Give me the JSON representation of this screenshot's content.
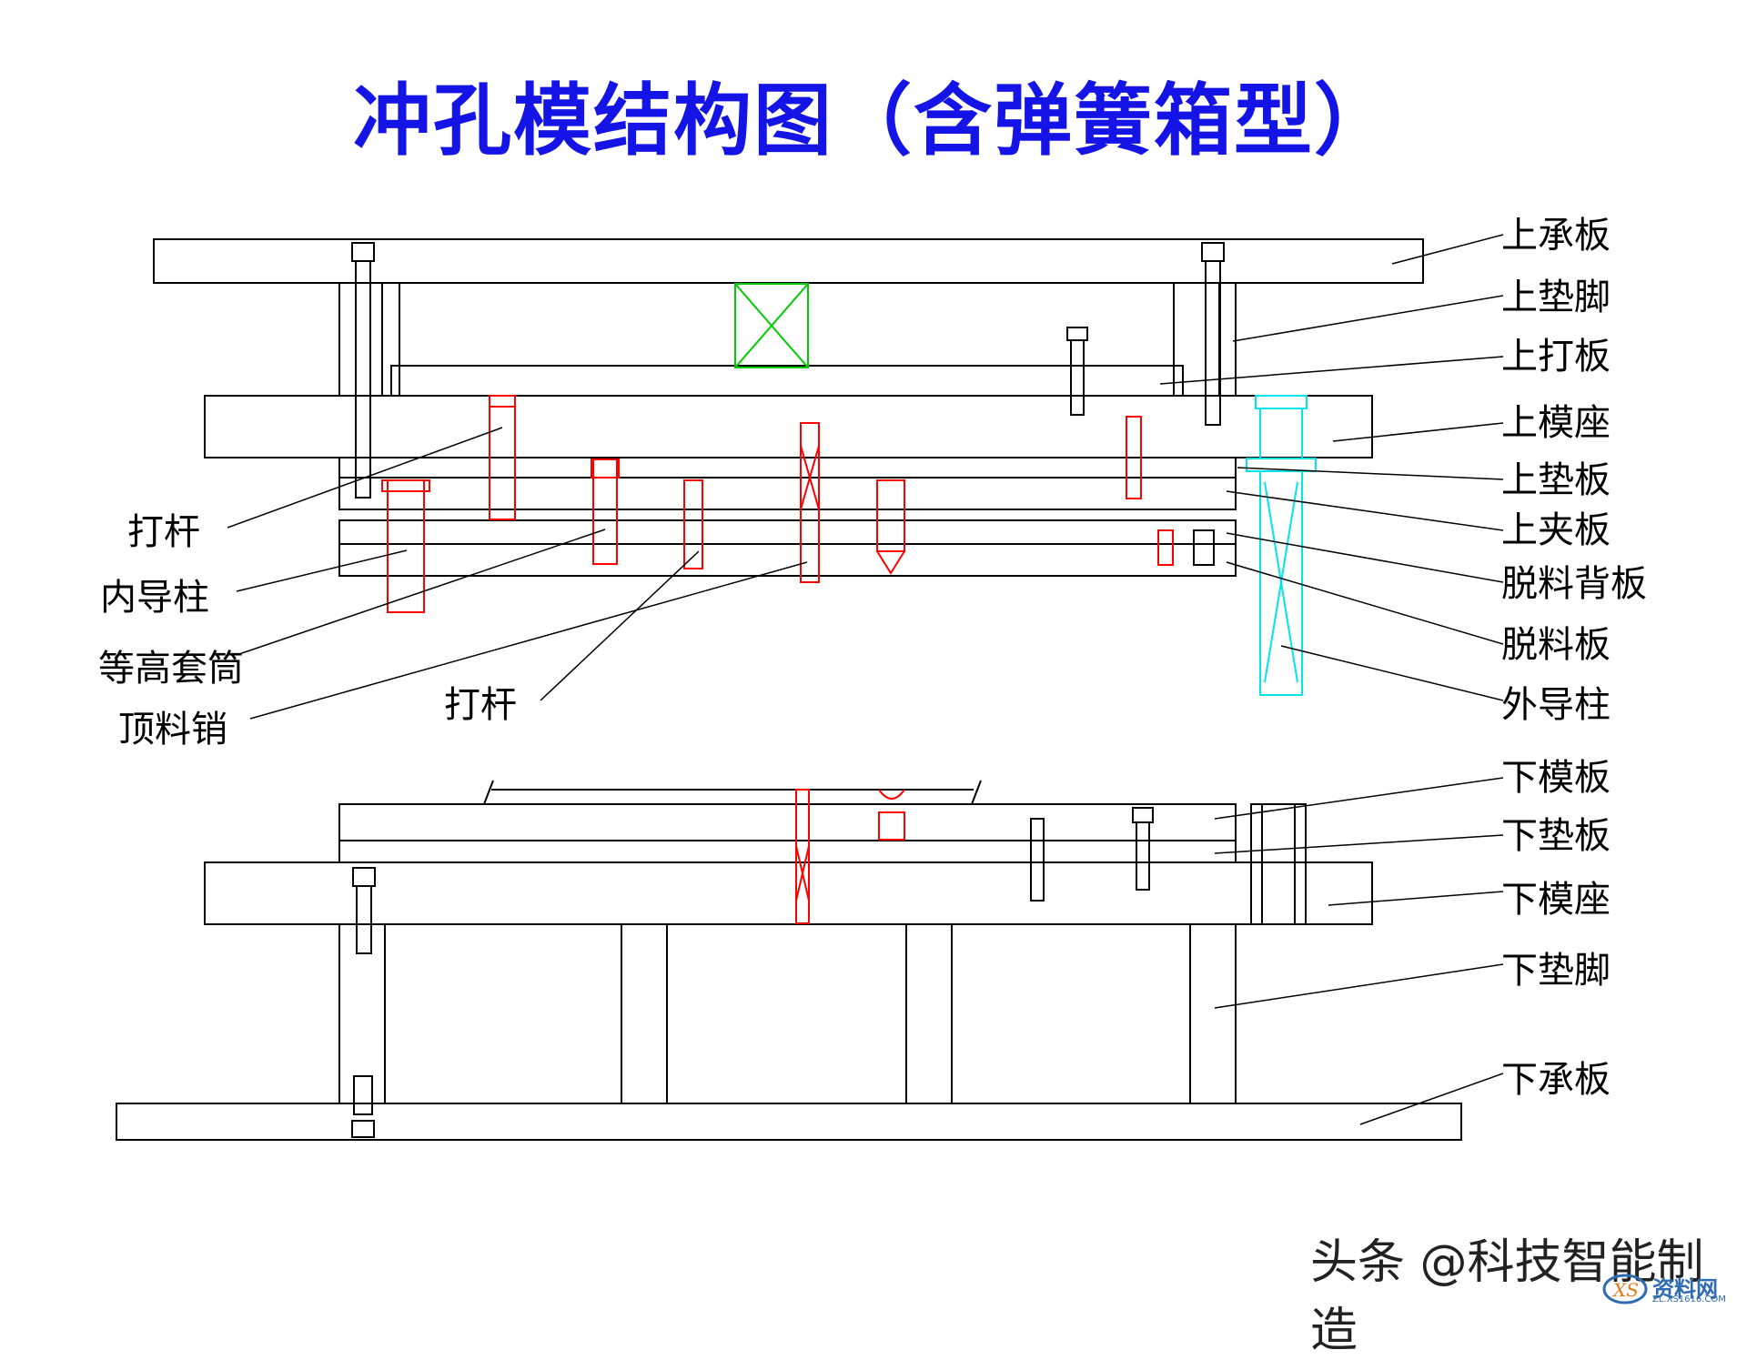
{
  "title": "冲孔模结构图（含弹簧箱型）",
  "labels": {
    "upper_backing_plate": "上承板",
    "upper_spacer_block": "上垫脚",
    "upper_knockout_plate": "上打板",
    "upper_die_set": "上模座",
    "upper_backing": "上垫板",
    "upper_clamp_plate": "上夹板",
    "stripper_back_plate": "脱料背板",
    "stripper_plate": "脱料板",
    "outer_guide_post": "外导柱",
    "knockout_rod_left": "打杆",
    "inner_guide_post": "内导柱",
    "equal_height_sleeve": "等高套筒",
    "ejector_pin": "顶料销",
    "knockout_rod_center": "打杆",
    "lower_die_plate": "下模板",
    "lower_backing": "下垫板",
    "lower_die_set": "下模座",
    "lower_spacer_block": "下垫脚",
    "lower_backing_plate": "下承板"
  },
  "watermark": "头条 @科技智能制造",
  "site_logo": {
    "text": "资料网",
    "sub": "ZL.XS1616.COM"
  },
  "colors": {
    "title": "#1414e6",
    "structure": "#000000",
    "punch_parts": "#ff0000",
    "spring_box": "#00cc00",
    "outer_guide": "#00e5ee"
  }
}
